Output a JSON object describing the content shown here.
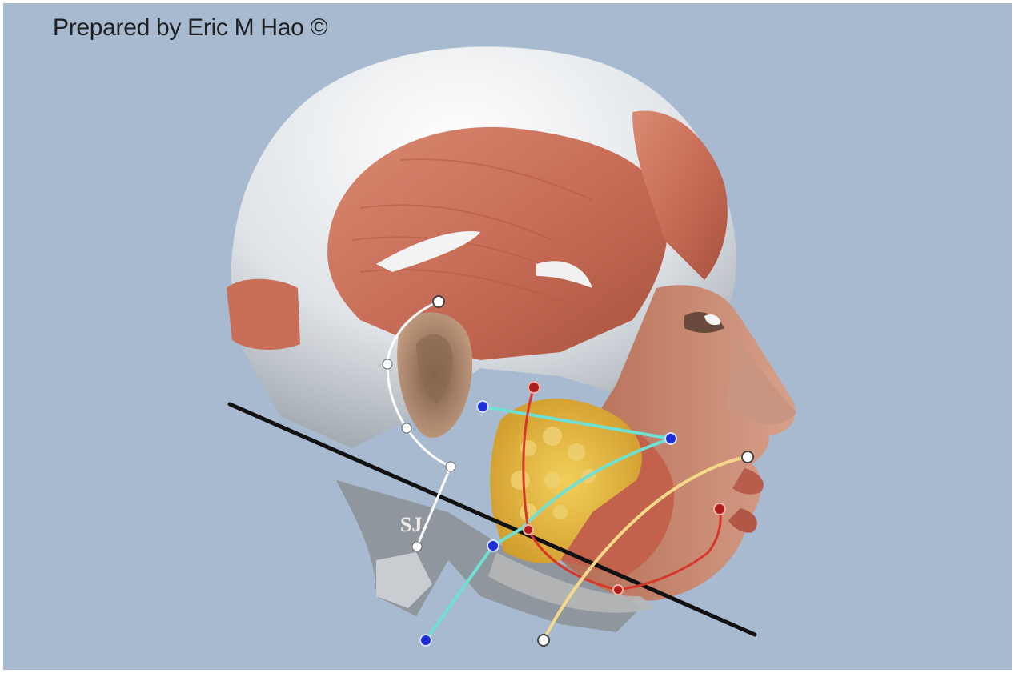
{
  "credit": "Prepared by Eric M Hao ©",
  "labels": {
    "sj": "SJ"
  },
  "colors": {
    "background": "#a8bacf",
    "skull": "#e6e8ea",
    "muscle": "#c8745e",
    "gland": "#e2b23a",
    "line_white": "#ffffff",
    "line_cyan": "#6fe0d2",
    "line_red": "#d9362a",
    "line_yellow": "#f4d98a",
    "line_black": "#111111",
    "node_blue": "#1c2fd8",
    "node_red": "#b01d1d"
  },
  "icons": [
    "head-anatomy-illustration",
    "facial-nerve-guide-lines"
  ]
}
